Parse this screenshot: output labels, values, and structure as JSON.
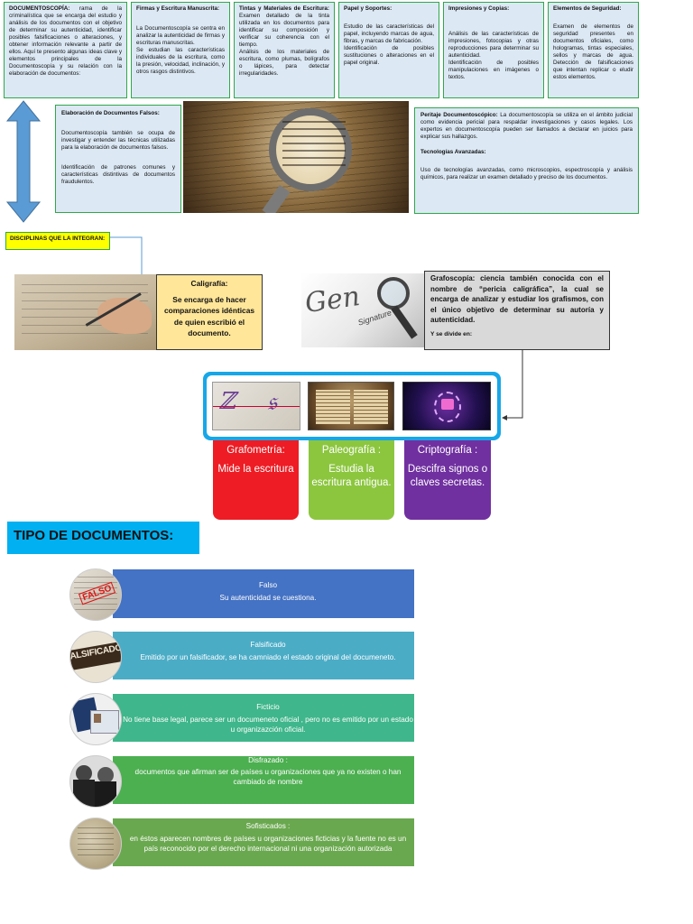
{
  "top_row": [
    {
      "title": "DOCUMENTOSCOPÍA:",
      "paragraphs": [
        "rama de la criminalística que se encarga del estudio y análisis de los documentos con el objetivo de determinar su autenticidad, identificar posibles falsificaciones o alteraciones, y obtener información relevante a partir de ellos. Aquí te presento algunas ideas clave y elementos principales de la Documentoscopía y su relación con la elaboración de documentos:"
      ]
    },
    {
      "title": "Firmas y Escritura Manuscrita:",
      "paragraphs": [
        "La Documentoscopía se centra en analizar la autenticidad de firmas y escrituras manuscritas.",
        "Se estudian las características individuales de la escritura, como la presión, velocidad, inclinación, y otros rasgos distintivos."
      ]
    },
    {
      "title": "Tintas y Materiales de Escritura:",
      "paragraphs": [
        "Examen detallado de la tinta utilizada en los documentos para identificar su composición y verificar su coherencia con el tiempo.",
        "Análisis de los materiales de escritura, como plumas, bolígrafos o lápices, para detectar irregularidades."
      ]
    },
    {
      "title": "Papel y Soportes:",
      "paragraphs": [
        "Estudio de las características del papel, incluyendo marcas de agua, fibras, y marcas de fabricación.",
        "Identificación de posibles sustituciones o alteraciones en el papel original."
      ]
    },
    {
      "title": "Impresiones y Copias:",
      "paragraphs": [
        "Análisis de las características de impresiones, fotocopias y otras reproducciones para determinar su autenticidad.",
        "Identificación de posibles manipulaciones en imágenes o textos."
      ]
    },
    {
      "title": "Elementos de Seguridad:",
      "paragraphs": [
        "Examen de elementos de seguridad presentes en documentos oficiales, como hologramas, tintas especiales, sellos y marcas de agua. Detección de falsificaciones que intentan replicar o eludir estos elementos."
      ]
    }
  ],
  "elaboracion": {
    "title": "Elaboración de Documentos Falsos:",
    "p1": "Documentoscopía también se ocupa de investigar y entender las técnicas utilizadas para la elaboración de documentos falsos.",
    "p2": "Identificación de patrones comunes y características distintivas de documentos fraudulentos."
  },
  "peritaje": {
    "title": "Peritaje Documentoscópico:",
    "p1": "La documentoscopía se utiliza en el ámbito judicial como evidencia pericial para respaldar investigaciones y casos legales. Los expertos en documentoscopía pueden ser llamados a declarar en juicios para explicar sus hallazgos.",
    "title2": "Tecnologías Avanzadas:",
    "p2": "Uso de tecnologías avanzadas, como microscopios, espectroscopía y análisis químicos, para realizar un examen detallado y preciso de los documentos."
  },
  "disciplinas_label": "DISCIPLINAS QUE LA INTEGRAN:",
  "caligrafia": {
    "title": "Caligrafía:",
    "text": "Se encarga de hacer comparaciones idénticas de quien escribió el documento."
  },
  "grafoscopia": {
    "text": "Grafoscopía: ciencia también conocida con el nombre de “pericia caligráfica”, la cual se encarga de analizar y estudiar los grafismos, con el único objetivo de determinar su autoría y autenticidad.",
    "divide": "Y se divide en:"
  },
  "signature_caption": "Signature",
  "subdivisions": [
    {
      "title": "Grafometría:",
      "text": "Mide la escritura",
      "color": "#ee1c24"
    },
    {
      "title": "Paleografía :",
      "text": "Estudia la escritura antigua.",
      "color": "#8cc63f"
    },
    {
      "title": "Criptografía :",
      "text": "Descifra signos o claves secretas.",
      "color": "#7030a0"
    }
  ],
  "tipos_heading": "TIPO DE DOCUMENTOS:",
  "tipos": [
    {
      "title": "Falso",
      "desc": "Su autenticidad se cuestiona.",
      "color": "#4472c4",
      "stamp": "FALSO"
    },
    {
      "title": "Falsificado",
      "desc": "Emitido por un falsificador, se ha camniado el estado original del documeneto.",
      "color": "#4bacc6",
      "stamp": "FALSIFICADO"
    },
    {
      "title": "Ficticio",
      "desc": "No tiene base legal, parece ser un documeneto oficial , pero no es emitido por un estado u organizazción oficial.",
      "color": "#3fb68b",
      "stamp": ""
    },
    {
      "title": "Disfrazado :",
      "desc": "documentos que afirman ser de países u organizaciones que ya no existen o han cambiado de nombre",
      "color": "#4caf50",
      "stamp": ""
    },
    {
      "title": "Sofisticados :",
      "desc": "en éstos aparecen nombres de países u organizaciones ficticias y la fuente no es un país reconocido por el derecho internacional ni una organización autorizada",
      "color": "#6aa84f",
      "stamp": ""
    }
  ]
}
